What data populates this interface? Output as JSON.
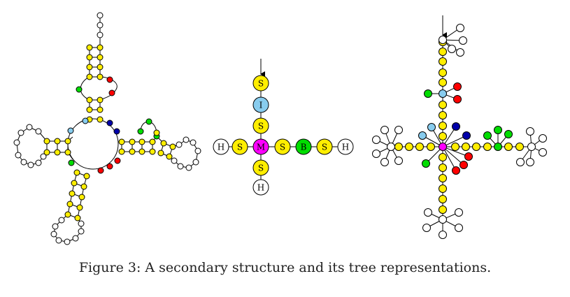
{
  "caption": "Figure 3: A secondary structure and its tree representations.",
  "colors": {
    "stem": "#ffee00",
    "loop_open": "#ffffff",
    "multiloop": "#ff00ff",
    "interior": "#88ccee",
    "bulge": "#00dd00",
    "red": "#ff0000",
    "blue": "#0000aa",
    "stroke": "#000000"
  },
  "middle_tree": {
    "labels": {
      "root": "M",
      "top_1": "S",
      "top_2": "I",
      "top_3": "S",
      "left_stem": "S",
      "left_hairpin": "H",
      "bottom_stem": "S",
      "bottom_hairpin": "H",
      "right_stem_1": "S",
      "right_bulge": "B",
      "right_stem_2": "S",
      "right_hairpin": "H"
    }
  }
}
